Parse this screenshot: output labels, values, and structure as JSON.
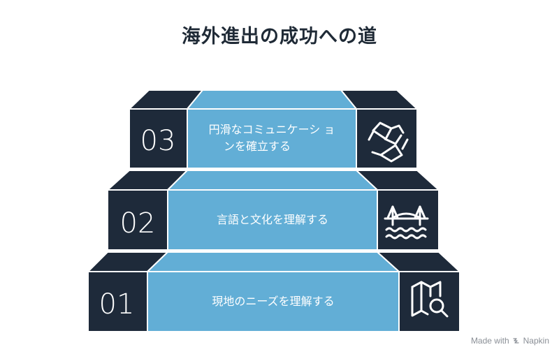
{
  "title": "海外進出の成功への道",
  "steps": [
    {
      "number": "01",
      "line1": "現地のニーズを理解する",
      "line2": "",
      "icon": "map-search-icon"
    },
    {
      "number": "02",
      "line1": "言語と文化を理解する",
      "line2": "",
      "icon": "bridge-icon"
    },
    {
      "number": "03",
      "line1": "円滑なコミュニケーシ ョ",
      "line2": "ンを確立する",
      "icon": "handshake-icon"
    }
  ],
  "watermark": {
    "prefix": "Made with",
    "brand": "Napkin"
  },
  "colors": {
    "dark": "#1e2a3a",
    "blue": "#62aed6",
    "border": "#ffffff"
  }
}
